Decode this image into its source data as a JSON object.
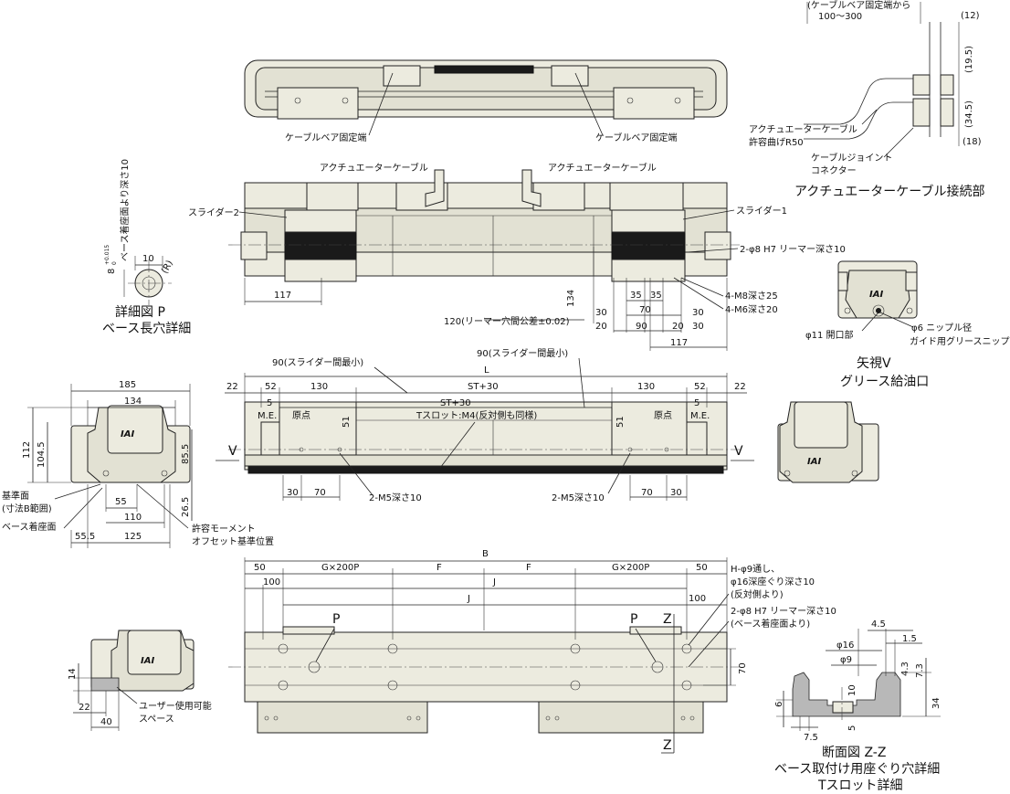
{
  "views": {
    "cable_connection": {
      "title": "アクチュエーターケーブル接続部",
      "from_fixed_end": "(ケーブルベア固定端から",
      "from_fixed_end_range": "100～300",
      "dim_12": "(12)",
      "dim_19_5": "(19.5)",
      "dim_34_5": "(34.5)",
      "dim_18": "(18)",
      "actuator_cable": "アクチュエーターケーブル",
      "bend_radius": "許容曲げR50",
      "joint_1": "ケーブルジョイント",
      "joint_2": "コネクター"
    },
    "top": {
      "cable_bear_fixed_left": "ケーブルベア固定端",
      "cable_bear_fixed_right": "ケーブルベア固定端"
    },
    "plan": {
      "actuator_cable_left": "アクチュエーターケーブル",
      "actuator_cable_right": "アクチュエーターケーブル",
      "slider_2": "スライダー2",
      "slider_1": "スライダー1",
      "reamer": "2-φ8 H7 リーマー深さ10",
      "m8": "4-M8深さ25",
      "m6": "4-M6深さ20",
      "reamer_tol": "120(リーマー穴間公差±0.02)",
      "d117_left": "117",
      "d134": "134",
      "d30a": "30",
      "d35a": "35",
      "d35b": "35",
      "d70": "70",
      "d30b": "30",
      "d20a": "20",
      "d90": "90",
      "d20b": "20",
      "d30c": "30",
      "d117_right": "117"
    },
    "detail_p": {
      "title_1": "詳細図 P",
      "title_2": "ベース長穴詳細",
      "depth_note": "ベース着座面より深さ10",
      "tol_main": "8",
      "tol_up": "+0.015",
      "tol_low": "0",
      "d10": "10",
      "r": "(R)"
    },
    "view_v": {
      "title_1": "矢視V",
      "title_2": "グリース給油口",
      "opening": "φ11 開口部",
      "nipple_1": "φ6 ニップル径",
      "nipple_2": "ガイド用グリースニップル",
      "logo": "IAI"
    },
    "front": {
      "slider_min_left": "90(スライダー間最小)",
      "slider_min_right": "90(スライダー間最小)",
      "L": "L",
      "d22_left": "22",
      "d52_left": "52",
      "d130_left": "130",
      "st30_top": "ST+30",
      "d130_right": "130",
      "d52_right": "52",
      "d22_right": "22",
      "d5_left": "5",
      "d5_right": "5",
      "st30_mid": "ST+30",
      "me_left": "M.E.",
      "origin_left": "原点",
      "tslot": "Tスロット:M4(反対側も同様)",
      "origin_right": "原点",
      "me_right": "M.E.",
      "d51_left": "51",
      "d51_right": "51",
      "v_left": "V",
      "v_right": "V",
      "d30_bl": "30",
      "d70_bl": "70",
      "m5_left": "2-M5深さ10",
      "m5_right": "2-M5深さ10",
      "d70_br": "70",
      "d30_br": "30"
    },
    "side": {
      "d185": "185",
      "d134": "134",
      "d112": "112",
      "d104_5": "104.5",
      "d85_5": "85.5",
      "d26_5": "26.5",
      "ref_1": "基準面",
      "ref_2": "(寸法B範囲)",
      "seat": "ベース着座面",
      "d55": "55",
      "d110": "110",
      "d55_5": "55.5",
      "d125": "125",
      "moment_1": "許容モーメント",
      "moment_2": "オフセット基準位置",
      "logo": "IAI"
    },
    "bottom": {
      "B": "B",
      "d50_left": "50",
      "gx200p_left": "G×200P",
      "F_left": "F",
      "F_right": "F",
      "gx200p_right": "G×200P",
      "d50_right": "50",
      "d100_left": "100",
      "J_top": "J",
      "J_mid": "J",
      "d100_right": "100",
      "P_left": "P",
      "P_right": "P",
      "Z_top": "Z",
      "Z_bottom": "Z",
      "h9_1": "H-φ9通し、",
      "h9_2": "φ16深座ぐり深さ10",
      "h9_3": "(反対側より)",
      "ream_1": "2-φ8 H7 リーマー深さ10",
      "ream_2": "(ベース着座面より)",
      "d70": "70"
    },
    "user_space": {
      "label_1": "ユーザー使用可能",
      "label_2": "スペース",
      "d14": "14",
      "d22": "22",
      "d40": "40",
      "logo": "IAI"
    },
    "section_zz": {
      "title_1": "断面図 Z-Z",
      "title_2": "ベース取付け用座ぐり穴詳細",
      "title_3": "Tスロット詳細",
      "d4_5": "4.5",
      "d1_5": "1.5",
      "d16": "φ16",
      "d9": "φ9",
      "d4_3": "4.3",
      "d7_3": "7.3",
      "d10": "10",
      "d6": "6",
      "d34": "34",
      "d5": "5",
      "d7_5": "7.5"
    }
  }
}
